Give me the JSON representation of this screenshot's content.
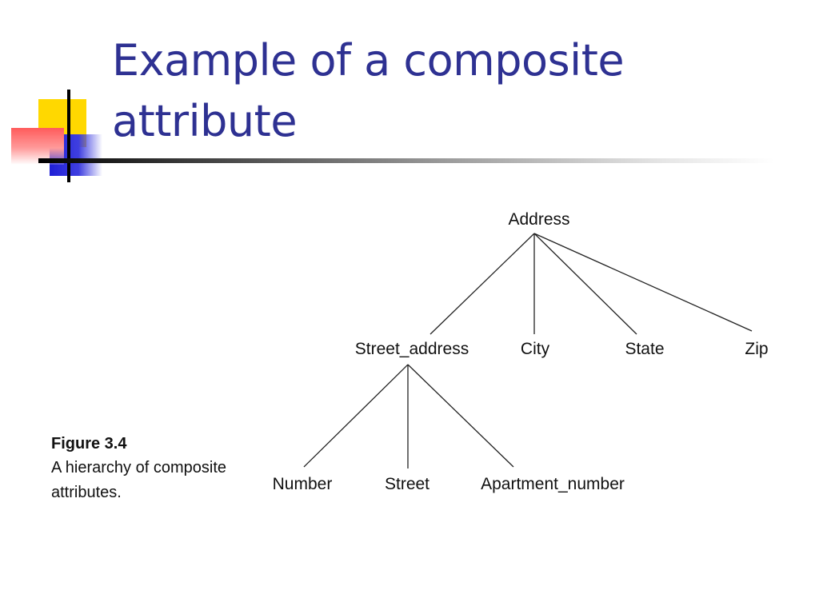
{
  "slide": {
    "title": "Example of a composite attribute"
  },
  "figure": {
    "number": "Figure 3.4",
    "caption": "A hierarchy of composite attributes."
  },
  "tree": {
    "root": "Address",
    "level1": [
      "Street_address",
      "City",
      "State",
      "Zip"
    ],
    "level2_parent": "Street_address",
    "level2": [
      "Number",
      "Street",
      "Apartment_number"
    ]
  },
  "colors": {
    "title": "#2e3192",
    "accent_yellow": "#ffd800",
    "accent_blue": "#1f1fd6",
    "accent_red": "#ff5b5b"
  }
}
